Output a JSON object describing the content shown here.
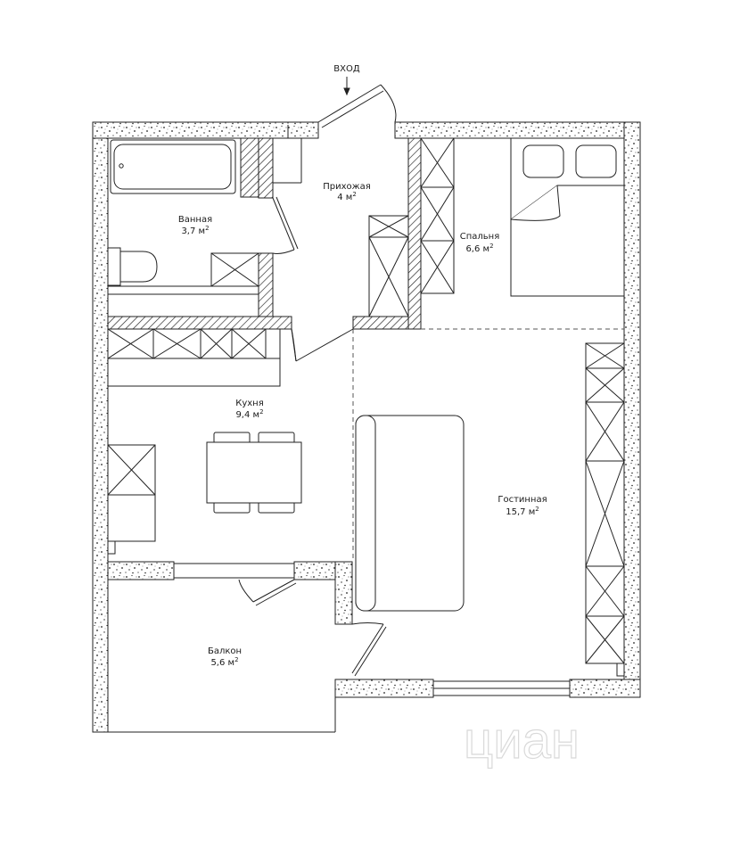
{
  "entrance": {
    "label": "ВХОД"
  },
  "rooms": [
    {
      "id": "hallway",
      "name": "Прихожая",
      "area": "4 м",
      "unit_sup": "2"
    },
    {
      "id": "bathroom",
      "name": "Ванная",
      "area": "3,7 м",
      "unit_sup": "2"
    },
    {
      "id": "bedroom",
      "name": "Спальня",
      "area": "6,6 м",
      "unit_sup": "2"
    },
    {
      "id": "kitchen",
      "name": "Кухня",
      "area": "9,4 м",
      "unit_sup": "2"
    },
    {
      "id": "living",
      "name": "Гостинная",
      "area": "15,7 м",
      "unit_sup": "2"
    },
    {
      "id": "balcony",
      "name": "Балкон",
      "area": "5,6 м",
      "unit_sup": "2"
    }
  ],
  "watermark": {
    "text": "циан"
  }
}
